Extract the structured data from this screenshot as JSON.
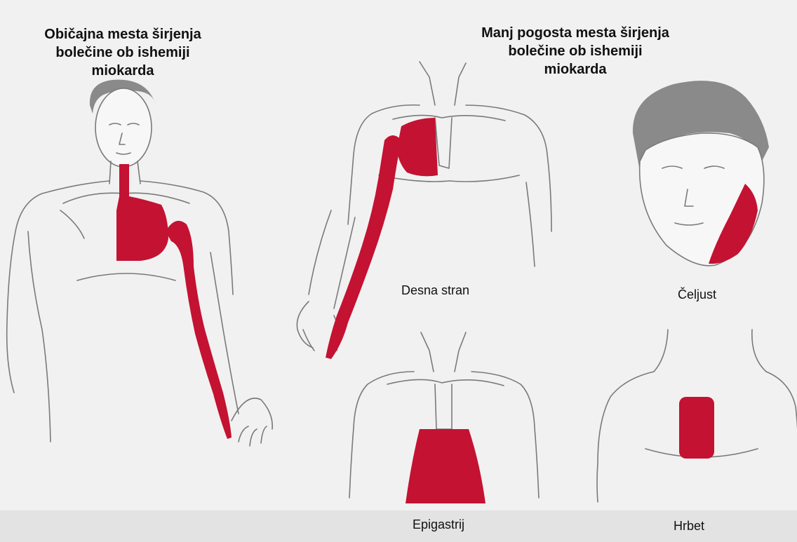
{
  "headings": {
    "common": [
      "Običajna mesta širjenja",
      "bolečine ob ishemiji",
      "miokarda"
    ],
    "less_common": [
      "Manj pogosta mesta širjenja",
      "bolečine ob ishemiji",
      "miokarda"
    ]
  },
  "labels": {
    "right_side": "Desna stran",
    "jaw": "Čeljust",
    "epigastric": "Epigastrij",
    "back": "Hrbet"
  },
  "colors": {
    "pain": "#c41232",
    "outline": "#7a7a7a",
    "hair": "#8a8a8a",
    "background": "#f1f1f1"
  }
}
